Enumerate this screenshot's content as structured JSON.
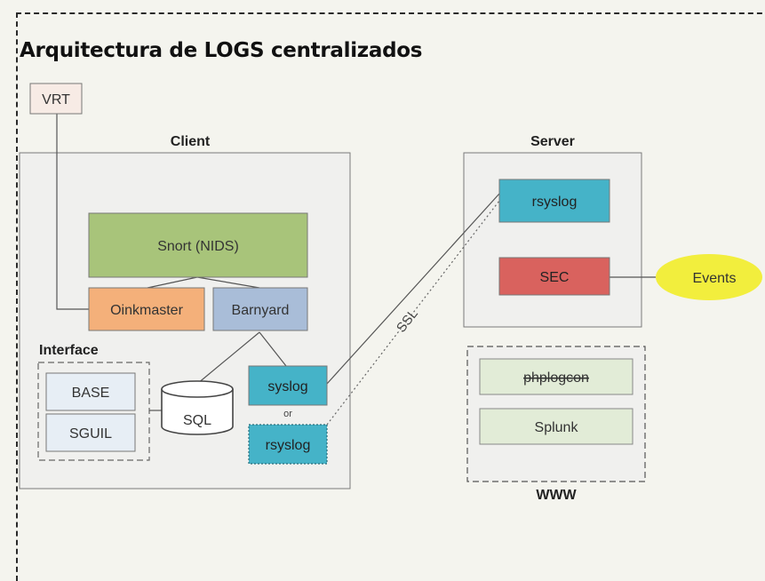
{
  "title": "Arquitectura de LOGS centralizados",
  "nodes": {
    "vrt": "VRT",
    "client_label": "Client",
    "server_label": "Server",
    "snort": "Snort (NIDS)",
    "oinkmaster": "Oinkmaster",
    "barnyard": "Barnyard",
    "interface_label": "Interface",
    "base": "BASE",
    "sguil": "SGUIL",
    "sql": "SQL",
    "syslog": "syslog",
    "or": "or",
    "rsyslog_client": "rsyslog",
    "rsyslog_server": "rsyslog",
    "sec": "SEC",
    "events": "Events",
    "phplogcon": "phplogcon",
    "splunk": "Splunk",
    "www_label": "WWW",
    "ssl": "SSL"
  },
  "colors": {
    "snort": "#a8c47a",
    "oinkmaster": "#f4b07a",
    "barnyard": "#a9bdd8",
    "syslog": "#45b3c8",
    "sec": "#d9625e",
    "events": "#f2ee3d",
    "light_green": "#e2ecd7",
    "light_blue": "#e7eef5",
    "vrt": "#f7ebe5",
    "client_bg": "#f0f0ee"
  }
}
